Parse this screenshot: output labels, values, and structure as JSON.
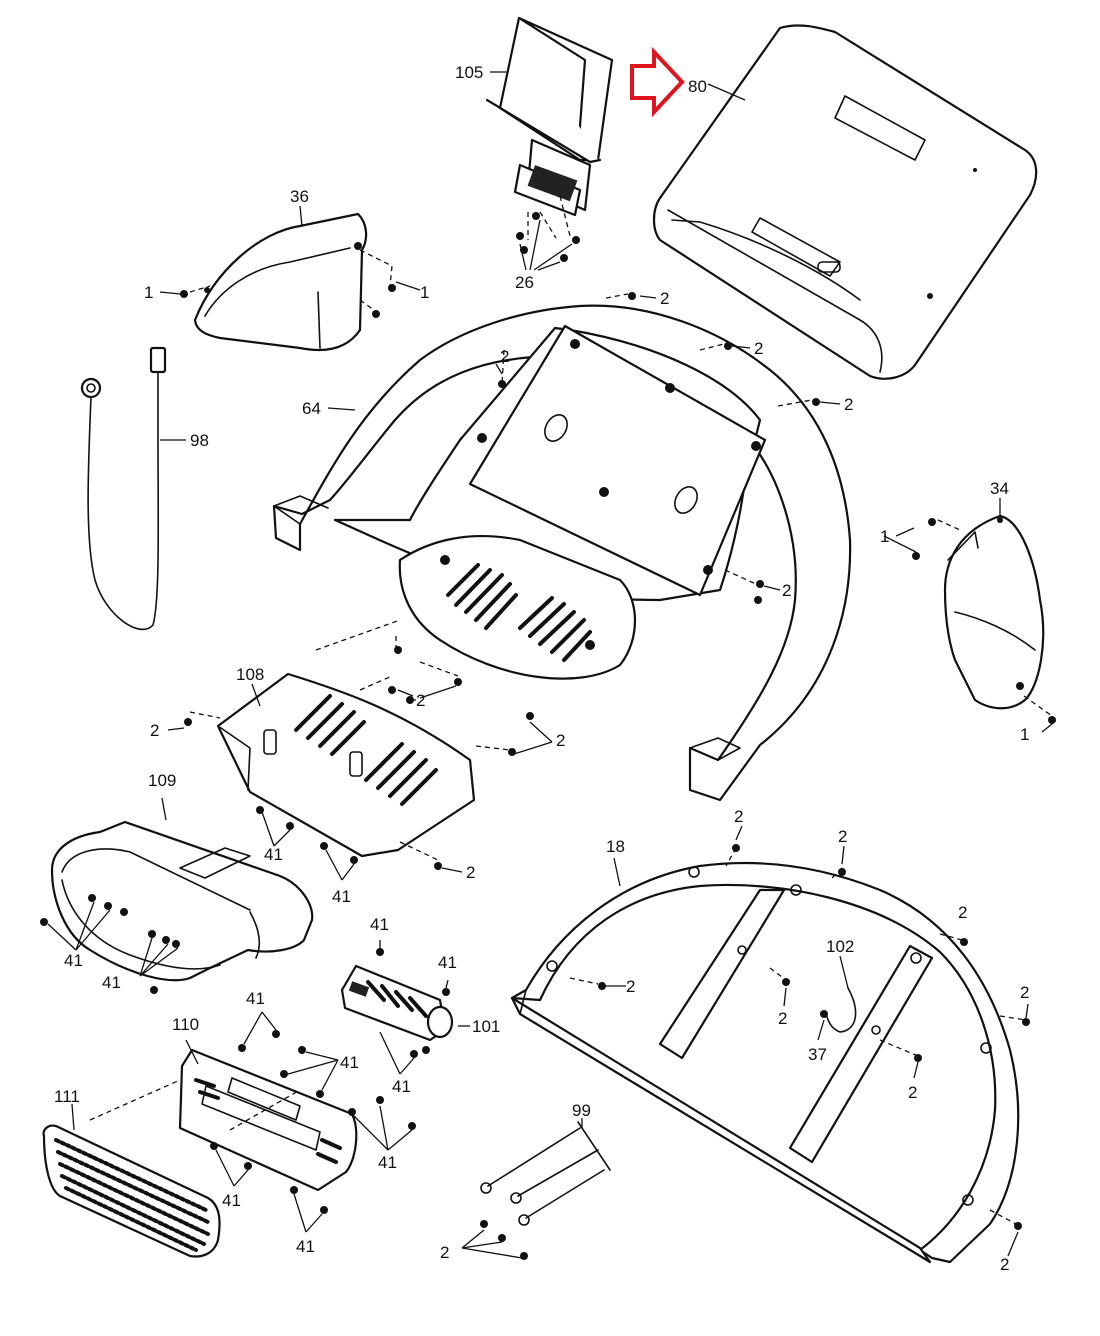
{
  "colors": {
    "line": "#111111",
    "arrow": "#e0141e",
    "background": "#ffffff"
  },
  "callouts": {
    "part_105": "105",
    "part_80": "80",
    "part_36": "36",
    "part_26": "26",
    "part_64": "64",
    "part_98": "98",
    "part_34": "34",
    "part_108": "108",
    "part_109": "109",
    "part_18": "18",
    "part_102": "102",
    "part_37": "37",
    "part_110": "110",
    "part_111": "111",
    "part_101": "101",
    "part_99": "99",
    "screw_1": "1",
    "screw_2": "2",
    "screw_41": "41"
  },
  "highlight": {
    "icon": "red-outline-arrow",
    "target": "80"
  }
}
